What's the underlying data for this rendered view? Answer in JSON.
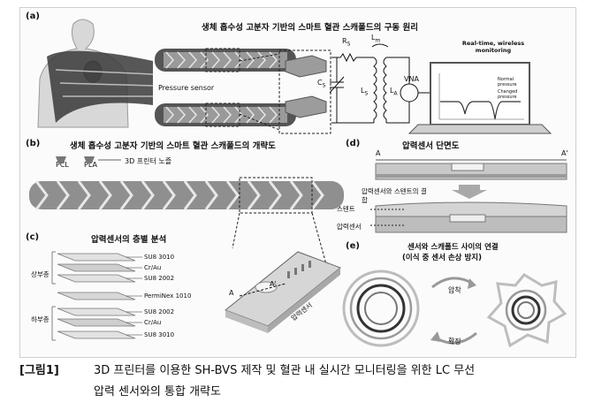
{
  "panel_a": {
    "label": "(a)",
    "title": "생체 흡수성 고분자 기반의 스마트 혈관 스캐폴드의 구동 원리",
    "pressure_sensor": "Pressure sensor",
    "circuit": {
      "rs": "R",
      "rs_sub": "S",
      "lm": "L",
      "lm_sub": "m",
      "cs": "C",
      "cs_sub": "S",
      "ls": "L",
      "ls_sub": "S",
      "la": "L",
      "la_sub": "A",
      "vna": "VNA"
    },
    "monitor_title": "Real-time, wireless monitoring",
    "legend_normal": "Normal pressure",
    "legend_changed": "Changed pressure"
  },
  "panel_b": {
    "label": "(b)",
    "title": "생체 흡수성 고분자 기반의 스마트 혈관 스캐폴드의 개략도",
    "pcl": "PCL",
    "pla": "PLA",
    "printer_nozzle": "3D 프린터 노즐"
  },
  "panel_c": {
    "label": "(c)",
    "title": "압력센서의 층별 분석",
    "top_layer": "상부층",
    "bottom_layer": "하부층",
    "layers": [
      "SU8 3010",
      "Cr/Au",
      "SU8 2002",
      "PermiNex 1010",
      "SU8 2002",
      "Cr/Au",
      "SU8 3010"
    ],
    "sensor_label": "압력센서",
    "a": "A",
    "a_prime": "A'"
  },
  "panel_d": {
    "label": "(d)",
    "title": "압력센서 단면도",
    "a": "A",
    "a_prime": "A'",
    "bond_label": "압력센서와 스텐트의 결합",
    "stent": "스텐트",
    "sensor": "압력센서"
  },
  "panel_e": {
    "label": "(e)",
    "title_line1": "센서와 스캐폴드 사이의 연결",
    "title_line2": "(이식 중 센서 손상 방지)",
    "compress": "압착",
    "expand": "확장"
  },
  "caption": {
    "head": "[그림1]",
    "line1": "3D 프린터를 이용한 SH-BVS 제작 및 혈관 내 실시간 모니터링을 위한 LC 무선",
    "line2": "압력 센서와의 통합 개략도"
  }
}
